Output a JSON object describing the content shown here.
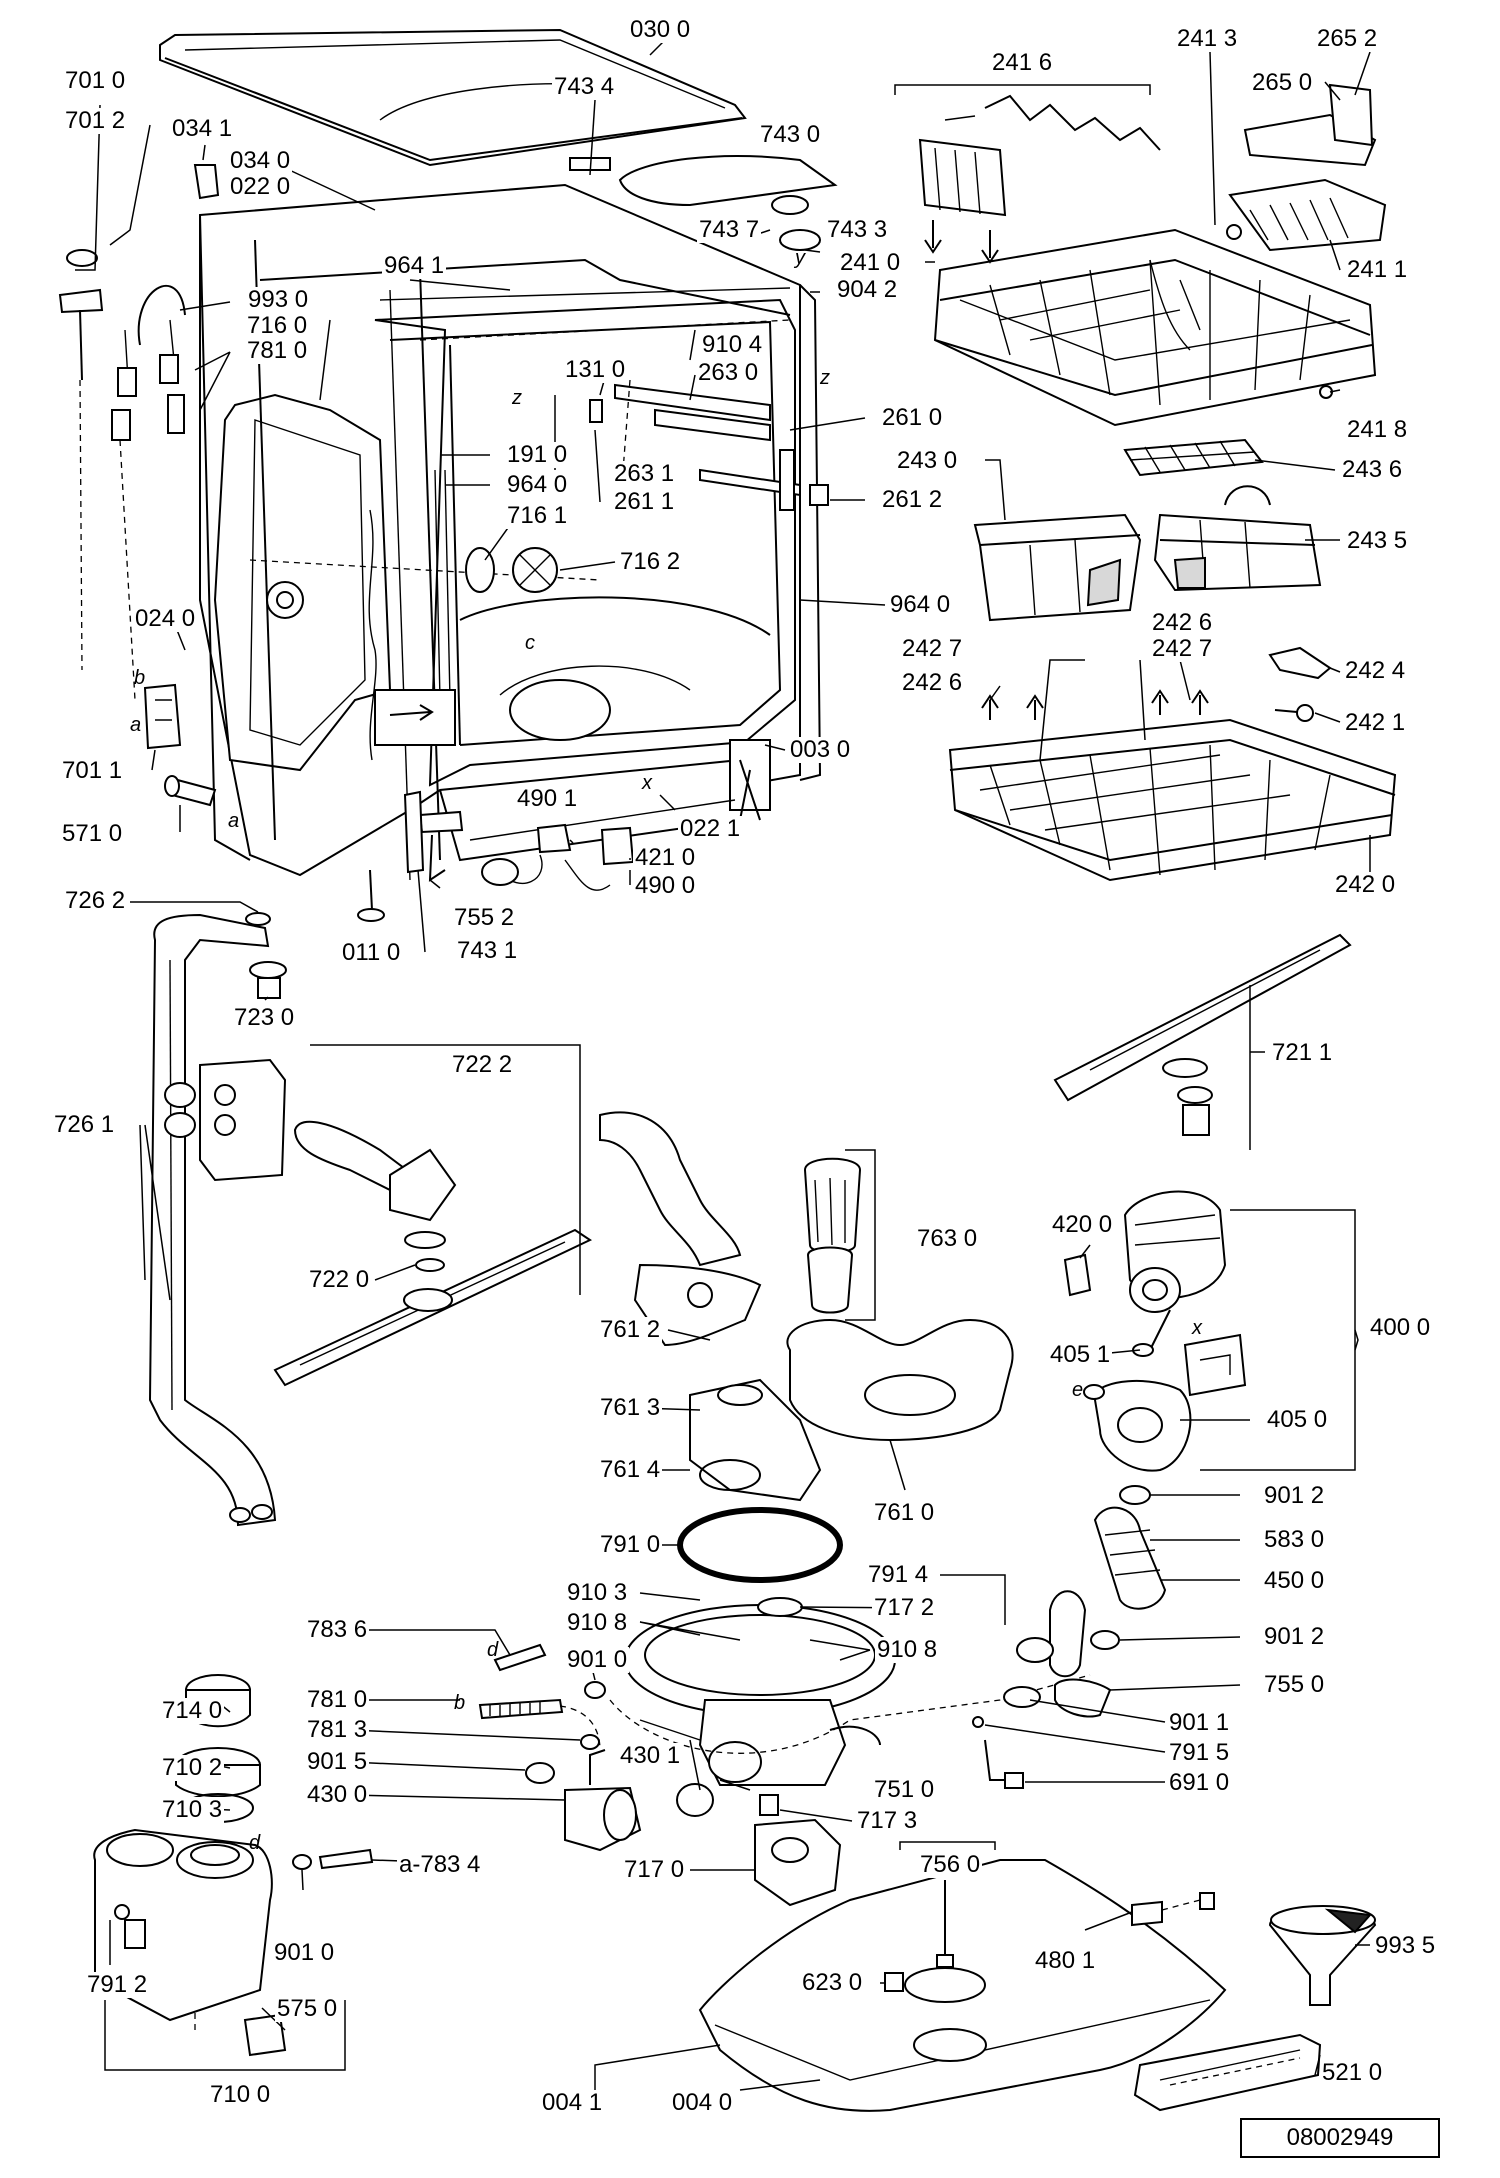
{
  "document_number": "08002949",
  "point_letters": [
    "a",
    "b",
    "c",
    "d",
    "e",
    "x",
    "y",
    "z"
  ],
  "part_labels": [
    {
      "id": "p0300",
      "text": "030 0"
    },
    {
      "id": "p7010",
      "text": "701 0"
    },
    {
      "id": "p7012",
      "text": "701 2"
    },
    {
      "id": "p7434",
      "text": "743 4"
    },
    {
      "id": "p0341",
      "text": "034 1"
    },
    {
      "id": "p7430",
      "text": "743 0"
    },
    {
      "id": "p0340",
      "text": "034 0"
    },
    {
      "id": "p0220",
      "text": "022 0"
    },
    {
      "id": "p7437",
      "text": "743 7"
    },
    {
      "id": "p7433",
      "text": "743 3"
    },
    {
      "id": "p9641a",
      "text": "964 1"
    },
    {
      "id": "p9930",
      "text": "993 0"
    },
    {
      "id": "p9042",
      "text": "904 2"
    },
    {
      "id": "p7160",
      "text": "716 0"
    },
    {
      "id": "p9104",
      "text": "910 4"
    },
    {
      "id": "p7810a",
      "text": "781 0"
    },
    {
      "id": "p1310",
      "text": "131 0"
    },
    {
      "id": "p2630",
      "text": "263 0"
    },
    {
      "id": "p2610",
      "text": "261 0"
    },
    {
      "id": "p1910",
      "text": "191 0"
    },
    {
      "id": "p2631",
      "text": "263 1"
    },
    {
      "id": "p9640a",
      "text": "964 0"
    },
    {
      "id": "p2611",
      "text": "261 1"
    },
    {
      "id": "p2612",
      "text": "261 2"
    },
    {
      "id": "p7161",
      "text": "716 1"
    },
    {
      "id": "p7162",
      "text": "716 2"
    },
    {
      "id": "p9640b",
      "text": "964 0"
    },
    {
      "id": "p0240",
      "text": "024 0"
    },
    {
      "id": "p0030",
      "text": "003 0"
    },
    {
      "id": "p7011",
      "text": "701 1"
    },
    {
      "id": "p4901",
      "text": "490 1"
    },
    {
      "id": "p0221",
      "text": "022 1"
    },
    {
      "id": "p5710",
      "text": "571 0"
    },
    {
      "id": "p4210",
      "text": "421 0"
    },
    {
      "id": "p4900",
      "text": "490 0"
    },
    {
      "id": "p7552",
      "text": "755 2"
    },
    {
      "id": "p0110",
      "text": "011 0"
    },
    {
      "id": "p7431",
      "text": "743 1"
    },
    {
      "id": "p2416",
      "text": "241 6"
    },
    {
      "id": "p2413",
      "text": "241 3"
    },
    {
      "id": "p2652",
      "text": "265 2"
    },
    {
      "id": "p2650",
      "text": "265 0"
    },
    {
      "id": "p2410",
      "text": "241 0"
    },
    {
      "id": "p2411",
      "text": "241 1"
    },
    {
      "id": "p2418",
      "text": "241 8"
    },
    {
      "id": "p2430",
      "text": "243 0"
    },
    {
      "id": "p2436",
      "text": "243 6"
    },
    {
      "id": "p2435",
      "text": "243 5"
    },
    {
      "id": "p2426a",
      "text": "242 6"
    },
    {
      "id": "p2427a",
      "text": "242 7"
    },
    {
      "id": "p2427b",
      "text": "242 7"
    },
    {
      "id": "p2426b",
      "text": "242 6"
    },
    {
      "id": "p2424",
      "text": "242 4"
    },
    {
      "id": "p2421",
      "text": "242 1"
    },
    {
      "id": "p2420",
      "text": "242 0"
    },
    {
      "id": "p7262",
      "text": "726 2"
    },
    {
      "id": "p7230",
      "text": "723 0"
    },
    {
      "id": "p7222",
      "text": "722 2"
    },
    {
      "id": "p7261",
      "text": "726 1"
    },
    {
      "id": "p7211",
      "text": "721 1"
    },
    {
      "id": "p7220",
      "text": "722 0"
    },
    {
      "id": "p7630",
      "text": "763 0"
    },
    {
      "id": "p4200",
      "text": "420 0"
    },
    {
      "id": "p4000",
      "text": "400 0"
    },
    {
      "id": "p7612",
      "text": "761 2"
    },
    {
      "id": "p4051",
      "text": "405 1"
    },
    {
      "id": "p7613",
      "text": "761 3"
    },
    {
      "id": "p4050",
      "text": "405 0"
    },
    {
      "id": "p7614",
      "text": "761 4"
    },
    {
      "id": "p7610",
      "text": "761 0"
    },
    {
      "id": "p9012a",
      "text": "901 2"
    },
    {
      "id": "p7910",
      "text": "791 0"
    },
    {
      "id": "p5830",
      "text": "583 0"
    },
    {
      "id": "p7914",
      "text": "791 4"
    },
    {
      "id": "p4500",
      "text": "450 0"
    },
    {
      "id": "p9103",
      "text": "910 3"
    },
    {
      "id": "p7172",
      "text": "717 2"
    },
    {
      "id": "p7836",
      "text": "783 6"
    },
    {
      "id": "p9108a",
      "text": "910 8"
    },
    {
      "id": "p9108b",
      "text": "910 8"
    },
    {
      "id": "p9012b",
      "text": "901 2"
    },
    {
      "id": "p9010",
      "text": "901 0"
    },
    {
      "id": "p7550",
      "text": "755 0"
    },
    {
      "id": "p7140",
      "text": "714 0"
    },
    {
      "id": "p7810b",
      "text": "781 0"
    },
    {
      "id": "p9011",
      "text": "901 1"
    },
    {
      "id": "p7813",
      "text": "781 3"
    },
    {
      "id": "p7915",
      "text": "791 5"
    },
    {
      "id": "p7102",
      "text": "710 2"
    },
    {
      "id": "p9015",
      "text": "901 5"
    },
    {
      "id": "p4301",
      "text": "430 1"
    },
    {
      "id": "p7510",
      "text": "751 0"
    },
    {
      "id": "p6910",
      "text": "691 0"
    },
    {
      "id": "p4300",
      "text": "430 0"
    },
    {
      "id": "p7103",
      "text": "710 3"
    },
    {
      "id": "p7173",
      "text": "717 3"
    },
    {
      "id": "p7834",
      "text": "a-783 4"
    },
    {
      "id": "p7170",
      "text": "717 0"
    },
    {
      "id": "p7560",
      "text": "756 0"
    },
    {
      "id": "p9935",
      "text": "993 5"
    },
    {
      "id": "p4801",
      "text": "480 1"
    },
    {
      "id": "p9010b",
      "text": "901 0"
    },
    {
      "id": "p6230",
      "text": "623 0"
    },
    {
      "id": "p7912",
      "text": "791 2"
    },
    {
      "id": "p5750",
      "text": "575 0"
    },
    {
      "id": "p5210",
      "text": "521 0"
    },
    {
      "id": "p7100",
      "text": "710 0"
    },
    {
      "id": "p0041",
      "text": "004 1"
    },
    {
      "id": "p0040",
      "text": "004 0"
    }
  ]
}
